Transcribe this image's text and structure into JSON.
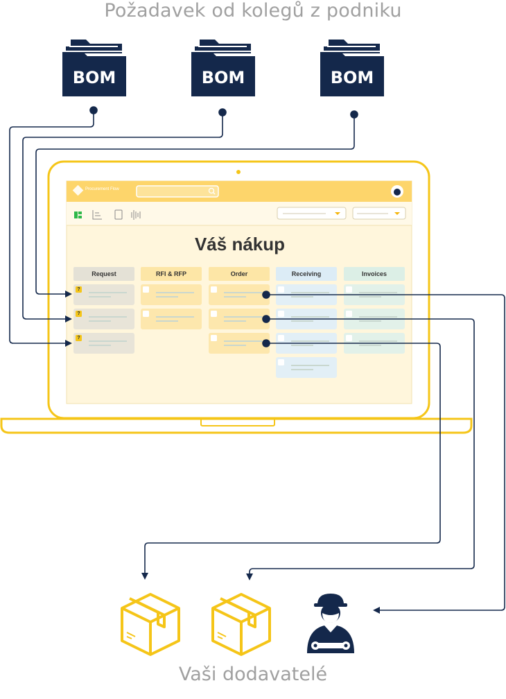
{
  "header": {
    "title": "Požadavek od kolegů z podniku"
  },
  "bom_label": "BOM",
  "app": {
    "name": "Procurement Flow",
    "heading": "Váš nákup"
  },
  "columns": [
    "Request",
    "RFI & RFP",
    "Order",
    "Receiving",
    "Invoices"
  ],
  "card_badges": {
    "request": "?"
  },
  "colors": {
    "navy": "#14284b",
    "accent_yellow": "#f5c518",
    "screen_bg": "#fff6dc",
    "request": "#e4e1d6",
    "rfi": "#fde6a6",
    "order": "#fde6a6",
    "receiving": "#dcecf6",
    "invoices": "#dcefe6"
  },
  "icons": [
    "folder-icon",
    "search-icon",
    "avatar-icon",
    "box-icon",
    "mechanic-icon"
  ],
  "footer": {
    "title": "Vaši dodavatelé"
  }
}
